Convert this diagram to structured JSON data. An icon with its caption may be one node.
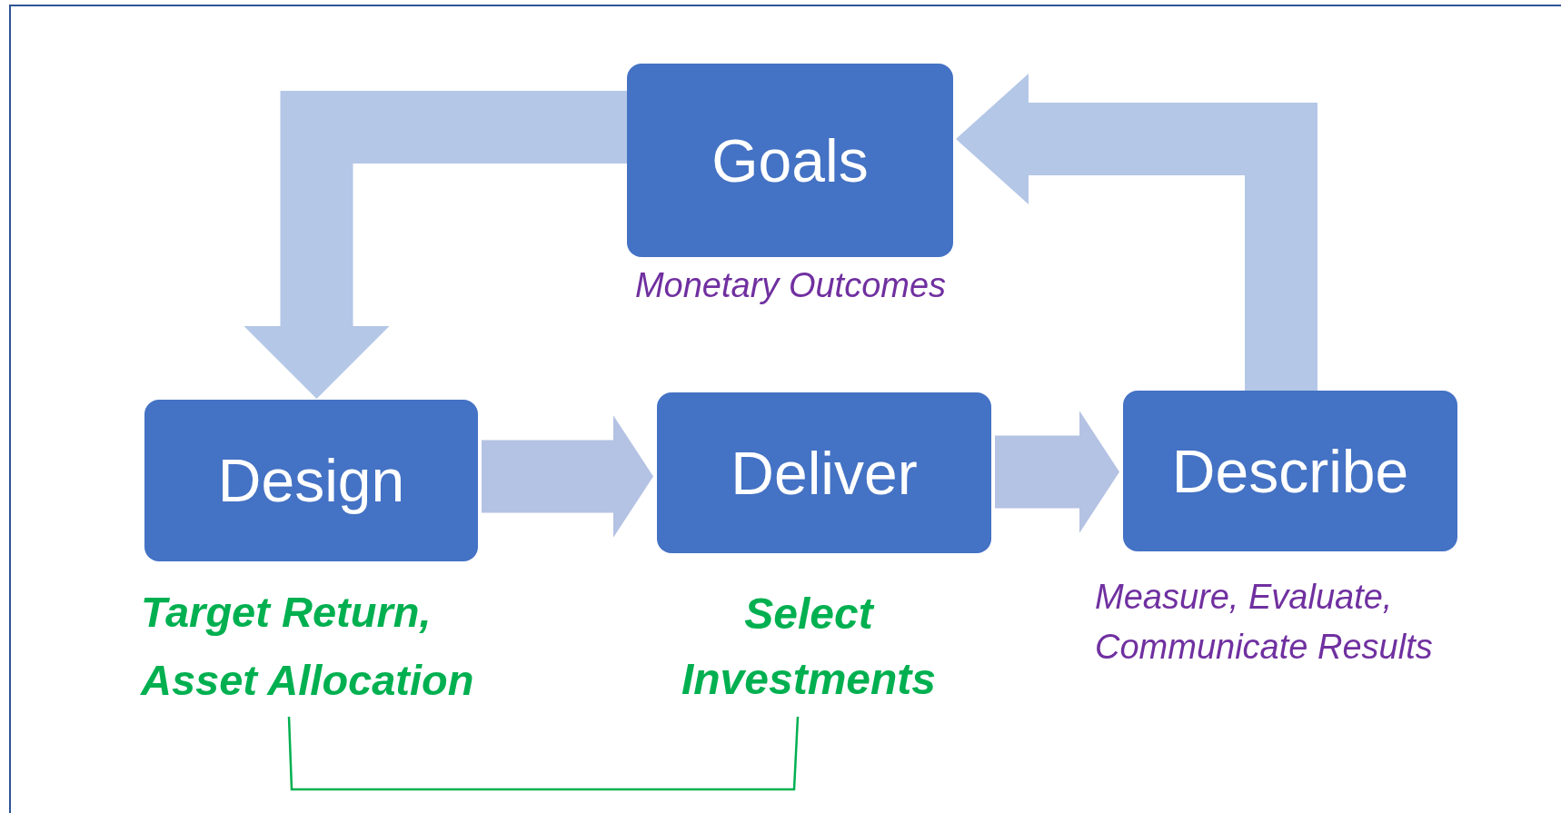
{
  "diagram": {
    "nodes": [
      {
        "text": [
          "Goals"
        ],
        "beside": [
          "Monetary Outcomes"
        ]
      },
      {
        "text": [
          "Design"
        ],
        "beside": [
          "Target Return, Asset Allocation"
        ]
      },
      {
        "text": [
          "Deliver"
        ],
        "beside": [
          "Select Investments"
        ]
      },
      {
        "text": [
          "Describe"
        ],
        "beside": [
          "Measure, Evaluate, Communicate Results"
        ]
      }
    ],
    "edges": [
      {
        "from": 0,
        "to": 1,
        "arrow": "to"
      },
      {
        "from": 1,
        "to": 2,
        "arrow": "to"
      },
      {
        "from": 2,
        "to": 3,
        "arrow": "to"
      },
      {
        "from": 3,
        "to": 0,
        "arrow": "to"
      }
    ]
  }
}
